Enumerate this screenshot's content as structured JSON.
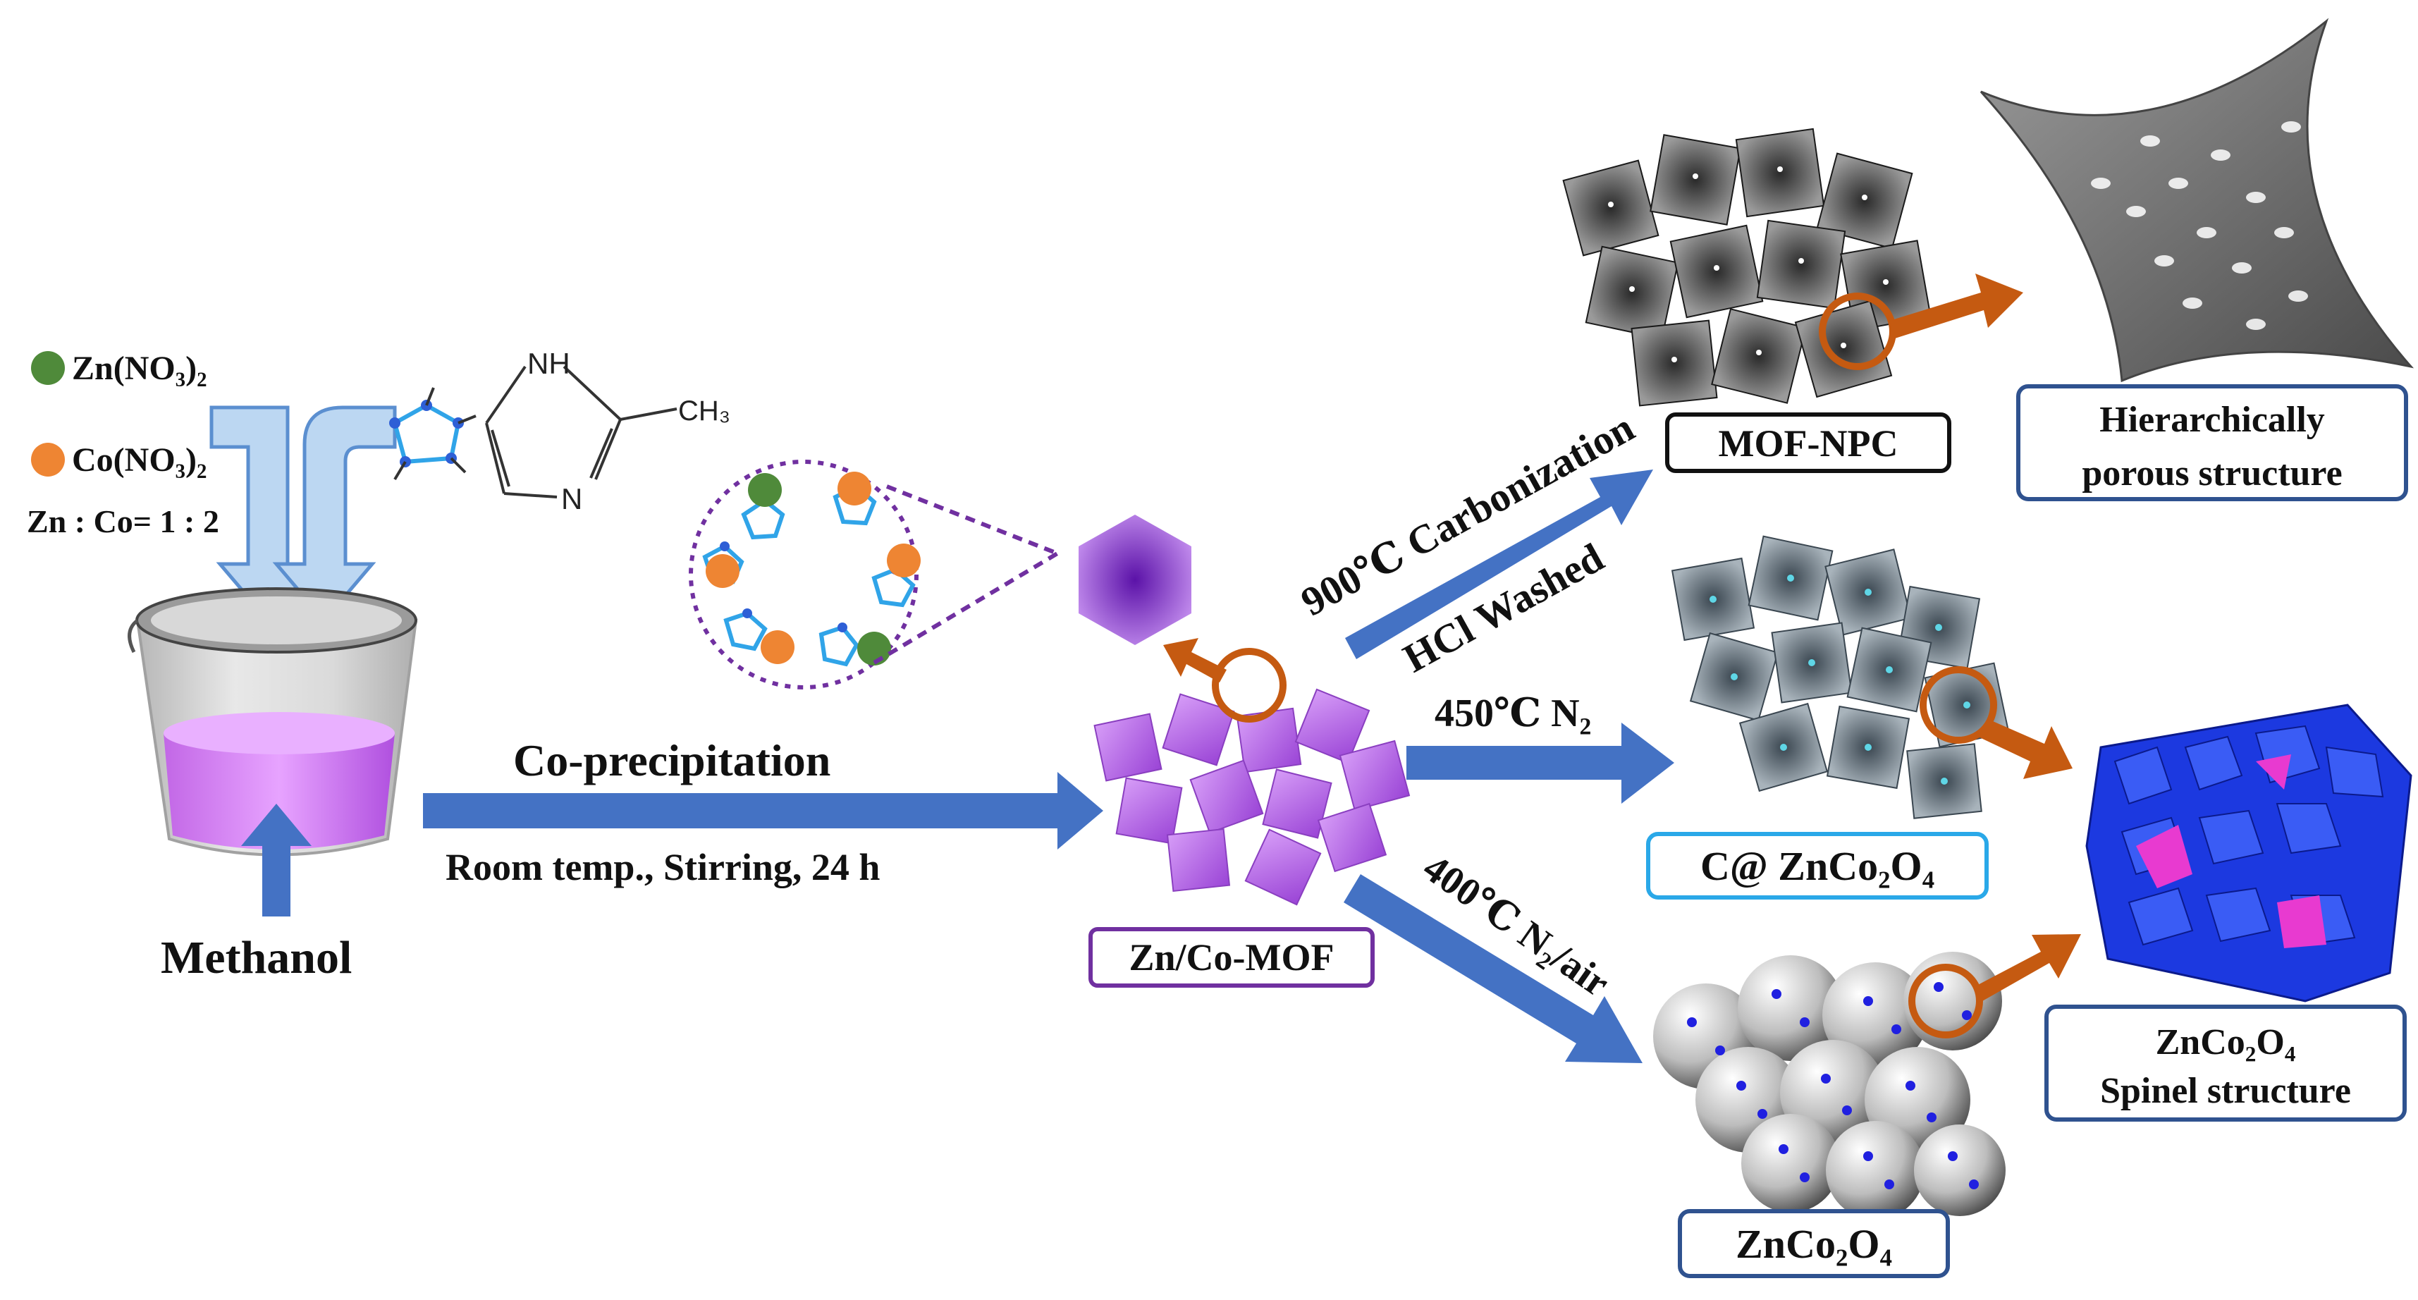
{
  "reagents": {
    "zn_salt": "Zn(NO₃)₂",
    "co_salt": "Co(NO₃)₂",
    "ratio": "Zn : Co= 1 : 2",
    "solvent": "Methanol",
    "ligand_nh": "NH",
    "ligand_n": "N",
    "ligand_ch3": "CH₃"
  },
  "steps": {
    "coprecipitation": "Co-precipitation",
    "conditions": "Room temp., Stirring, 24 h",
    "carbonization": "900℃ Carbonization",
    "hcl": "HCl Washed",
    "n2_450": "450℃ N₂",
    "n2air_400": "400℃ N₂/air"
  },
  "products": {
    "mof": "Zn/Co-MOF",
    "npc": "MOF-NPC",
    "c_znco": "C@ ZnCo₂O₄",
    "znco": "ZnCo₂O₄",
    "hier_line1": "Hierarchically",
    "hier_line2": "porous structure",
    "spinel_line1": "ZnCo₂O₄",
    "spinel_line2": "Spinel structure"
  },
  "colors": {
    "zn": "#4f8a3a",
    "co": "#ee8533",
    "arrow_blue": "#4472c4",
    "arrow_orange": "#c55a11",
    "mof_purple": "#b45fe0"
  }
}
